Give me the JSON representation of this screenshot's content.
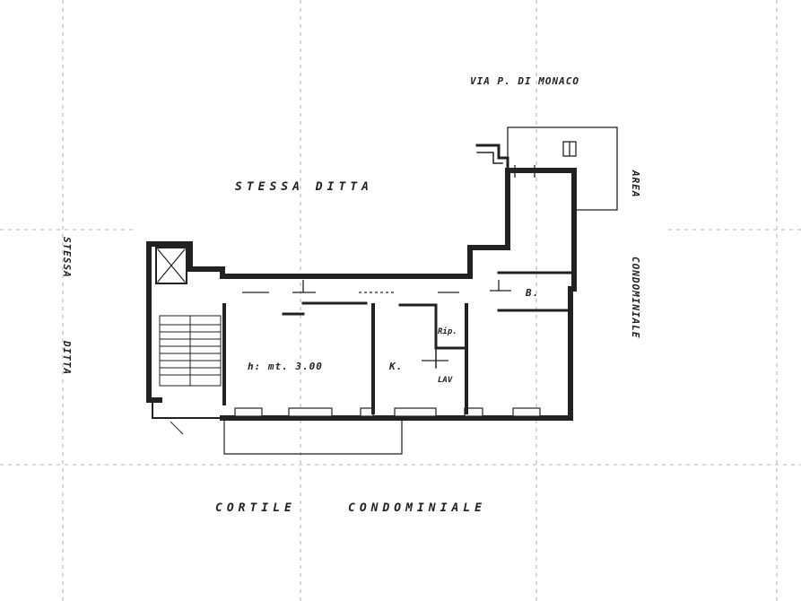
{
  "street_label": "VIA P. DI MONACO",
  "labels": {
    "stessa_ditta_top": "STESSA DITTA",
    "stessa_left": "STESSA",
    "ditta_left": "DITTA",
    "area": "AREA",
    "condominiale_right": "CONDOMINIALE",
    "cortile": "CORTILE",
    "condominiale_bottom": "CONDOMINIALE"
  },
  "rooms": {
    "height_note": "h: mt. 3.00",
    "kitchen": "K.",
    "bath": "B.",
    "rip": "Rip.",
    "lav": "LAV"
  },
  "colors": {
    "ink": "#222222",
    "guide": "#9a9a9a",
    "paper": "#ffffff"
  }
}
